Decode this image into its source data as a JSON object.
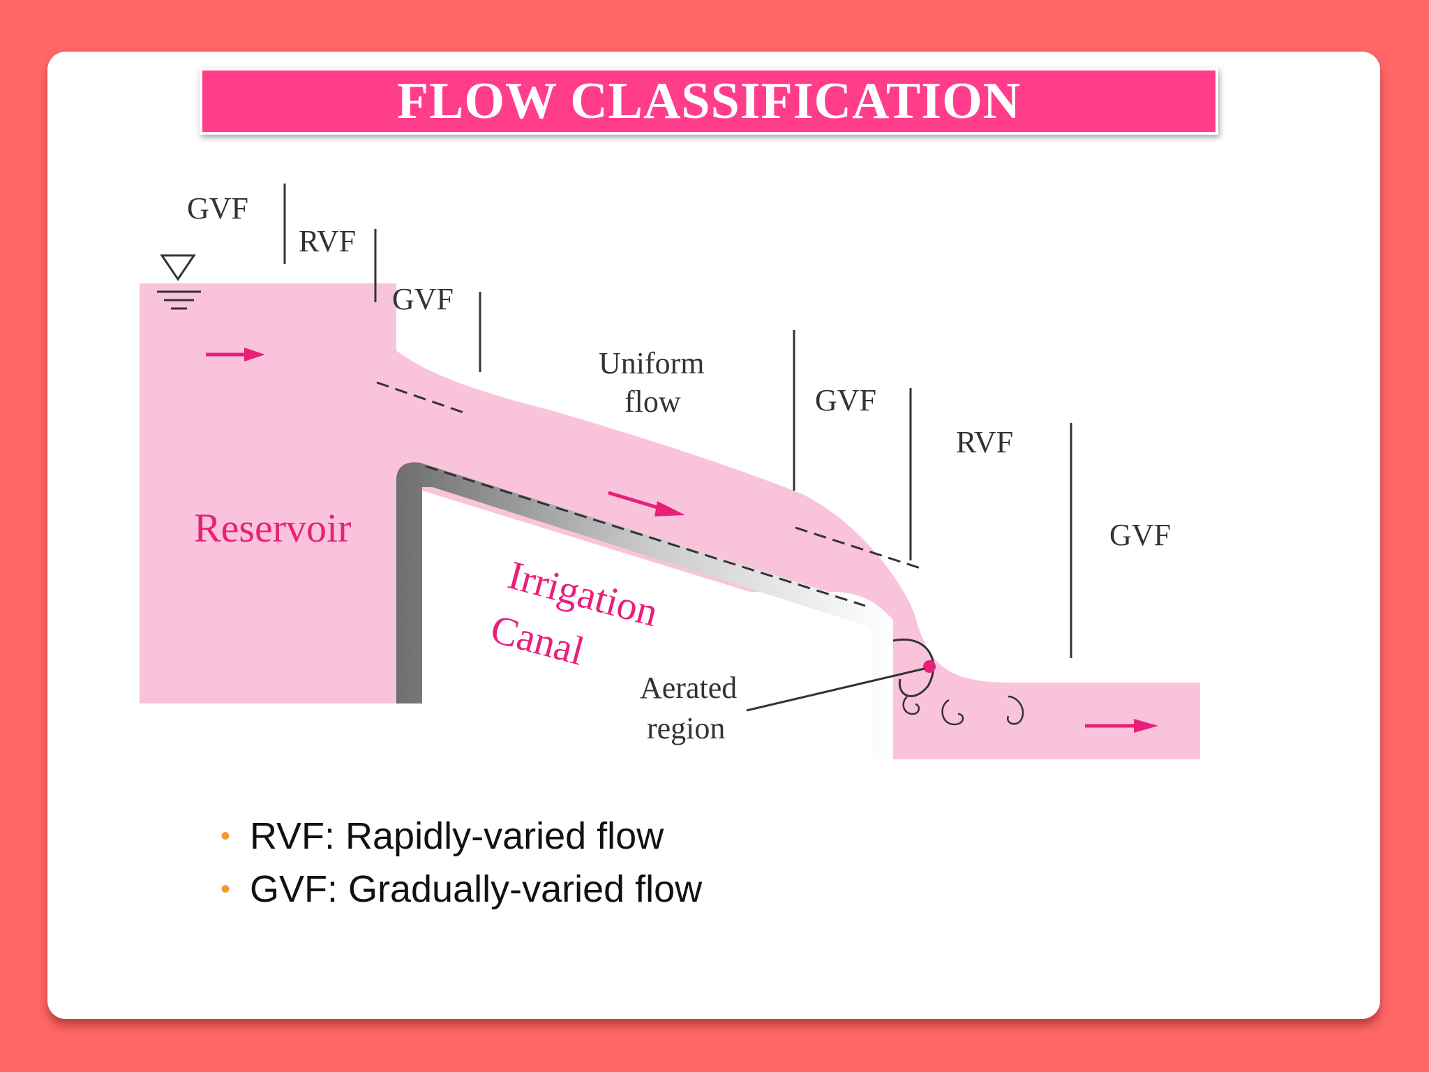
{
  "slide": {
    "title": "FLOW CLASSIFICATION"
  },
  "diagram": {
    "labels": {
      "gvf_1": "GVF",
      "rvf_1": "RVF",
      "gvf_2": "GVF",
      "uniform_line1": "Uniform",
      "uniform_line2": "flow",
      "gvf_3": "GVF",
      "rvf_2": "RVF",
      "gvf_4": "GVF",
      "reservoir": "Reservoir",
      "irrigation": "Irrigation",
      "canal": "Canal",
      "aerated_line1": "Aerated",
      "aerated_line2": "region"
    },
    "colors": {
      "water": "#f9c4db",
      "accent": "#e8207a",
      "structure": "#9a9a9a"
    }
  },
  "bullets": [
    {
      "text": "RVF: Rapidly-varied flow"
    },
    {
      "text": "GVF: Gradually-varied flow"
    }
  ]
}
